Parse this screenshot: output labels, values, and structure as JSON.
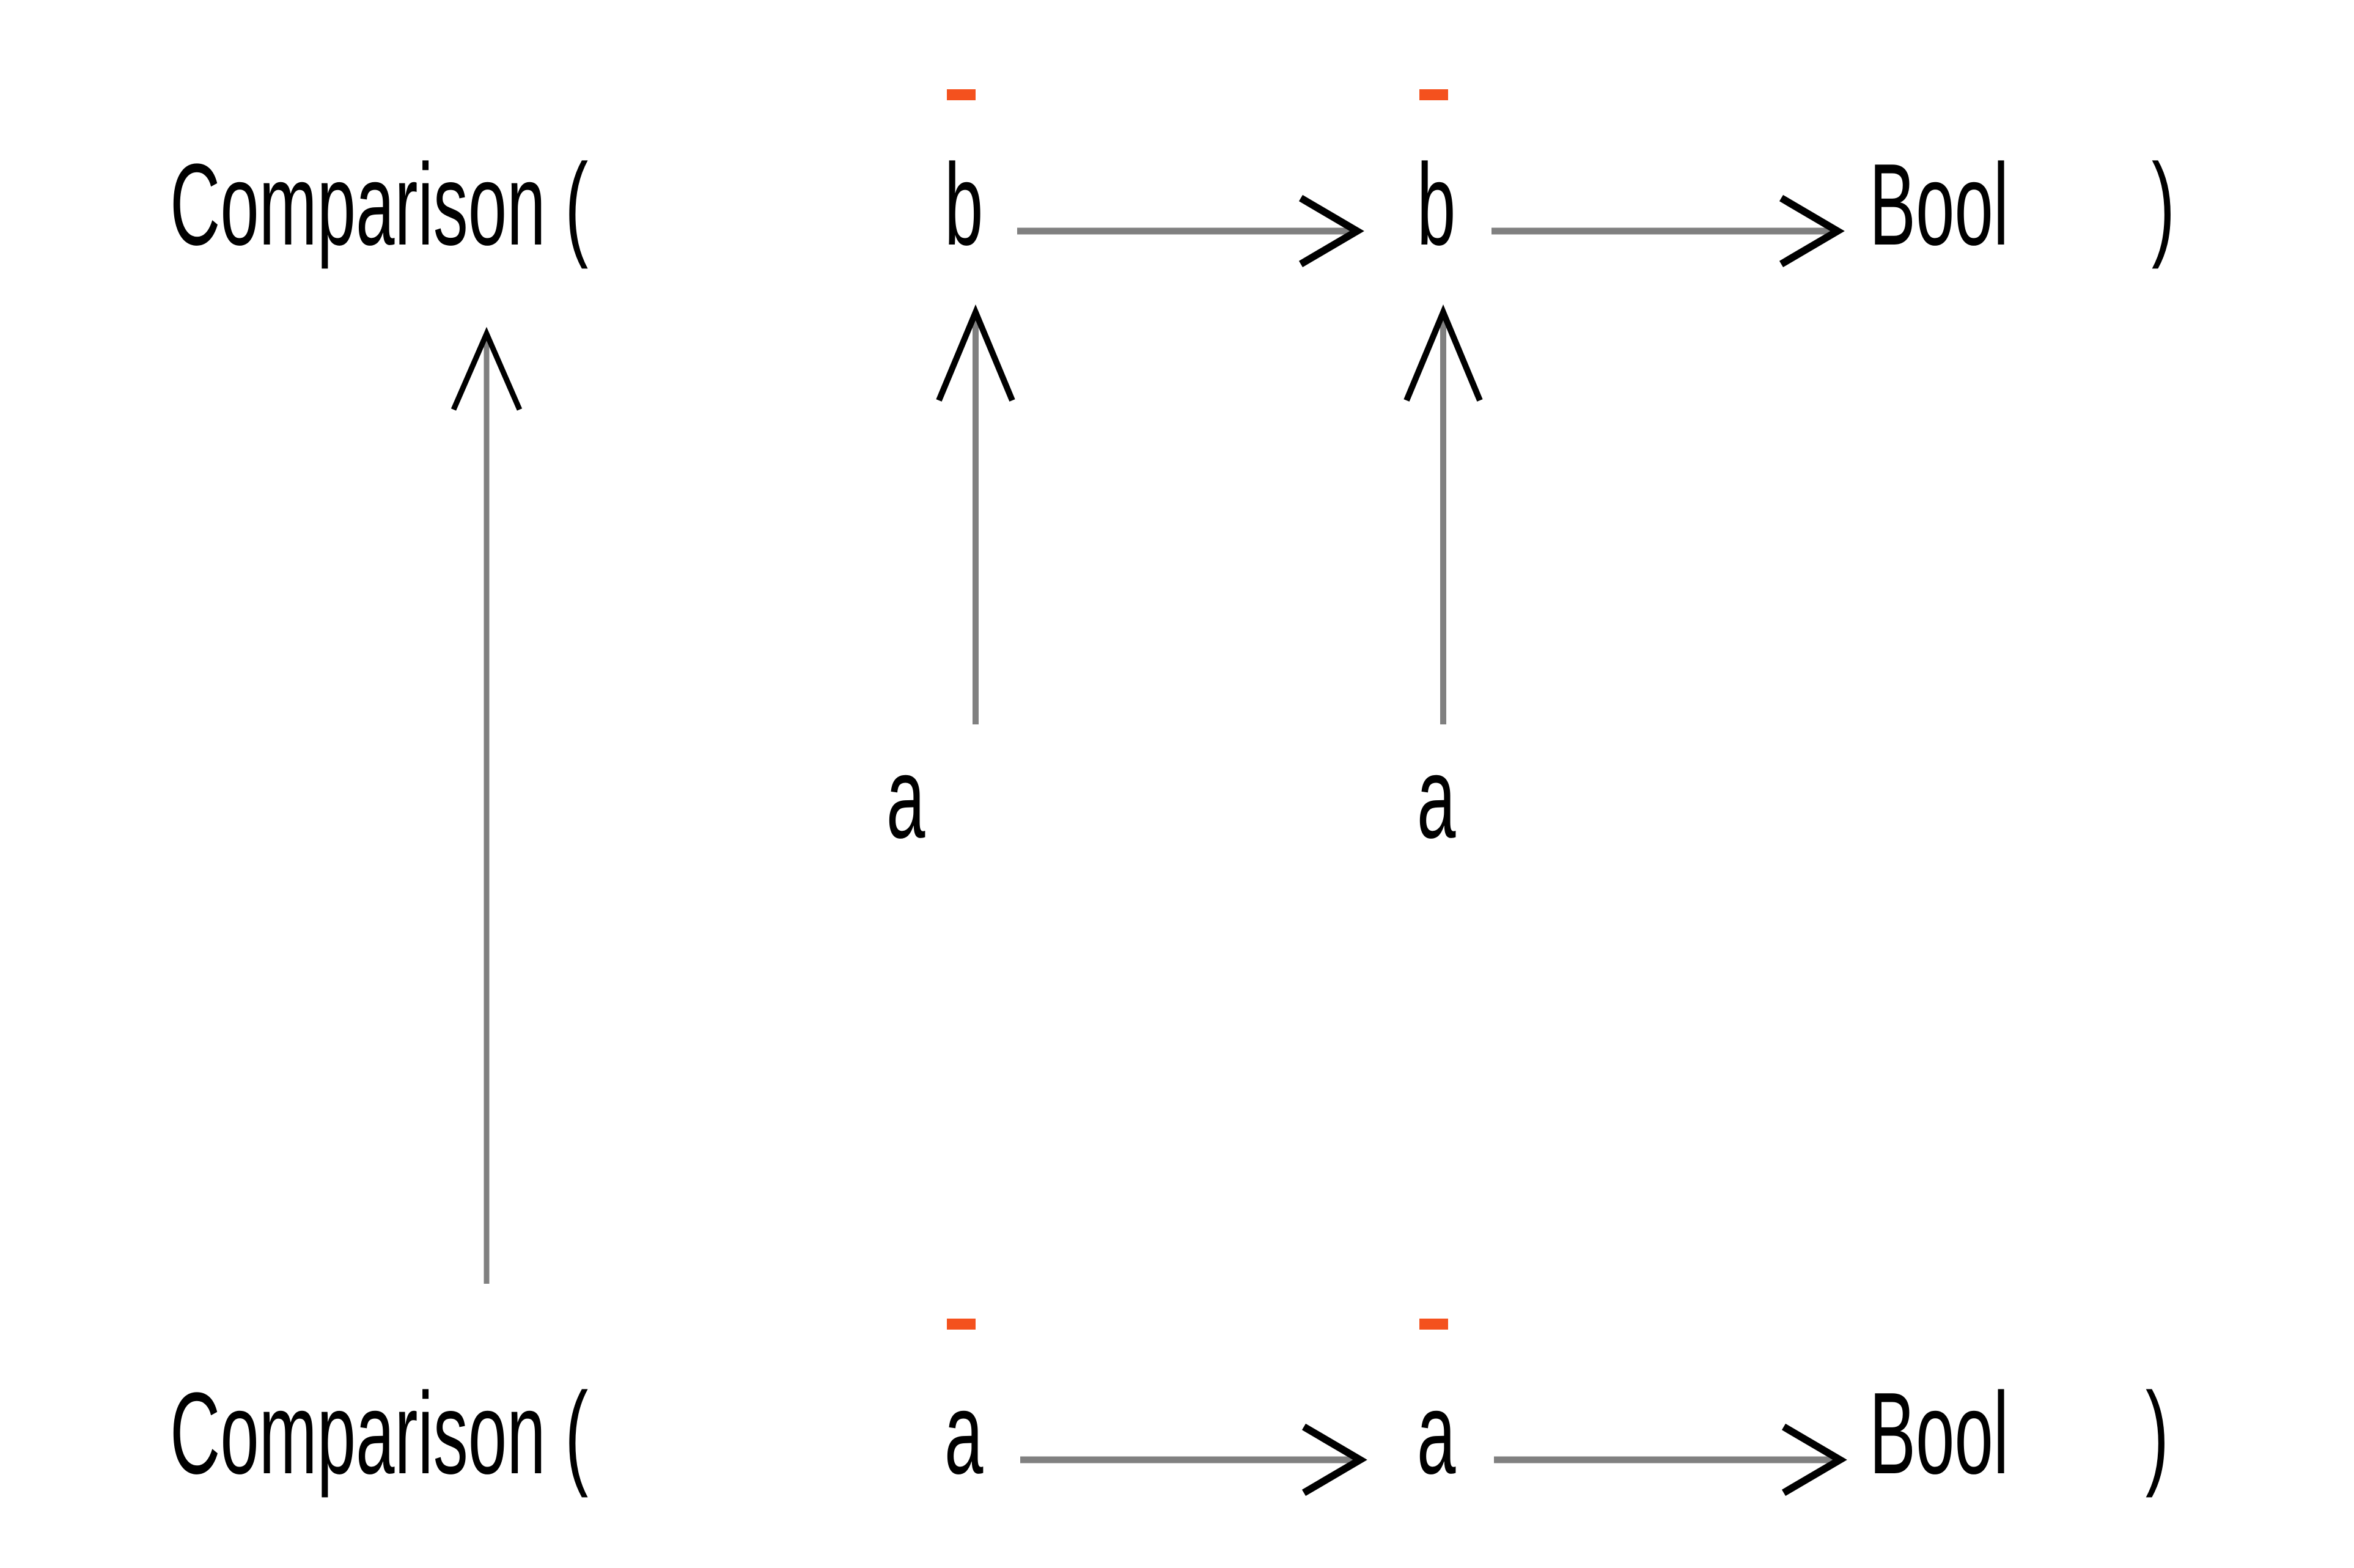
{
  "diagram": {
    "title": "type-signature-refinement-diagram",
    "background_color": "#ffffff",
    "text_color": "#000000",
    "macron_color": "#F4511E",
    "arrow_stem_color": "#808080",
    "arrow_head_color": "#000000"
  },
  "top_row": {
    "prefix": "Comparison (",
    "arg1": "b",
    "arg1_macron": true,
    "arrow1": "→",
    "arg2": "b",
    "arg2_macron": true,
    "arrow2": "→",
    "result": "Bool",
    "suffix": ")"
  },
  "bottom_row": {
    "prefix": "Comparison (",
    "arg1": "a",
    "arg1_macron": true,
    "arrow1": "→",
    "arg2": "a",
    "arg2_macron": true,
    "arrow2": "→",
    "result": "Bool",
    "suffix": ")"
  },
  "middle_labels": {
    "label1": "a",
    "label2": "a"
  },
  "vertical_arrows": {
    "left": "↑",
    "middle1": "↑",
    "middle2": "↑"
  }
}
